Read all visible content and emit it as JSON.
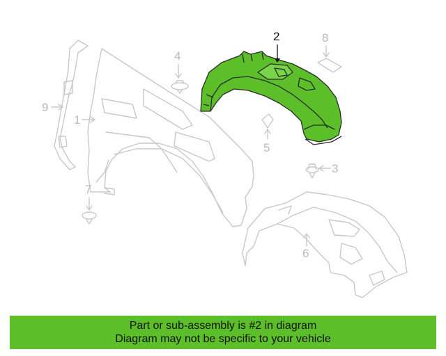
{
  "diagram": {
    "highlight_color": "#5cbf2a",
    "ghost_line_color": "#c8c8c8",
    "callouts": [
      "1",
      "2",
      "3",
      "4",
      "5",
      "6",
      "7",
      "8",
      "9"
    ],
    "highlighted_part": "2"
  },
  "banner": {
    "line1": "Part or sub-assembly is #2 in diagram",
    "line2": "Diagram may not be specific to your vehicle",
    "background": "#5cbf2a"
  }
}
